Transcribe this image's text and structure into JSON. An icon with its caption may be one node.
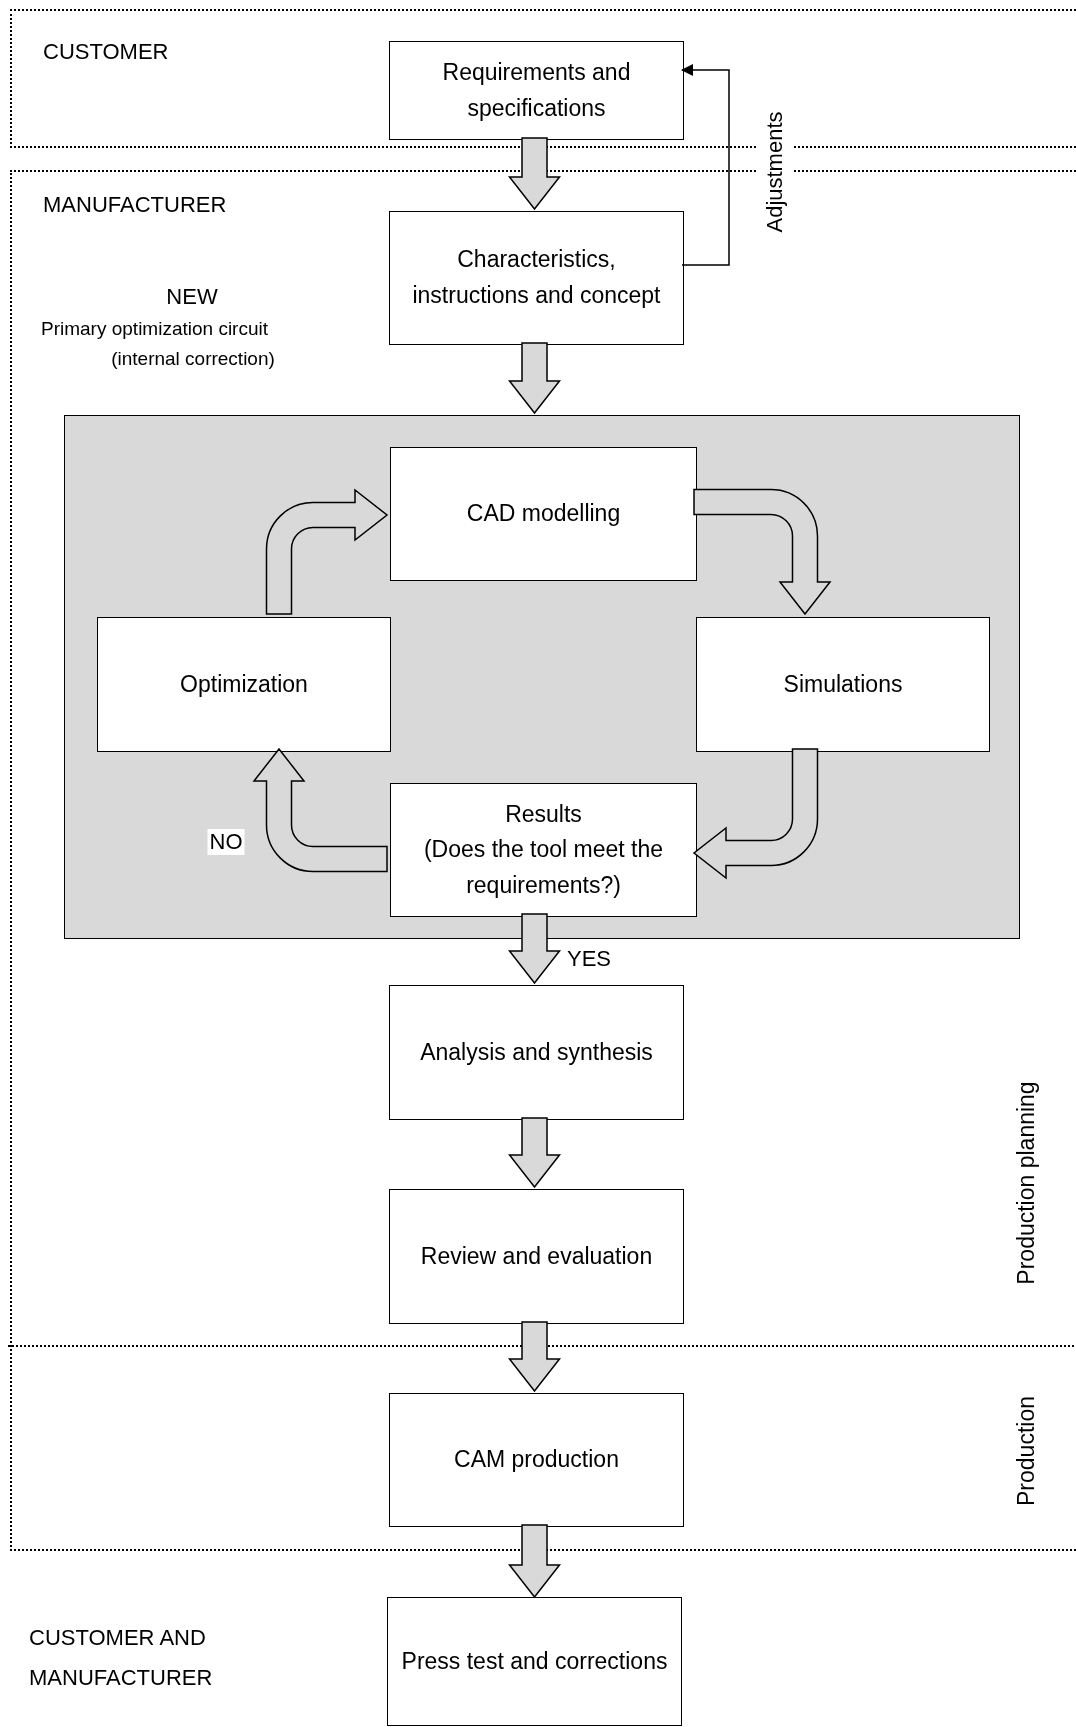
{
  "diagram": {
    "nodes": [
      {
        "text": [
          "CUSTOMER"
        ]
      },
      {
        "text": [
          "Requirements and specifications"
        ],
        "in": 0
      },
      {
        "text": [
          "MANUFACTURER"
        ]
      },
      {
        "text": [
          "Characteristics, instructions and concept"
        ],
        "in": 2
      },
      {
        "text": [],
        "shape": "box",
        "in": 2
      },
      {
        "text": [
          "CAD modelling"
        ],
        "in": 4
      },
      {
        "text": [
          "Optimization"
        ],
        "in": 4
      },
      {
        "text": [
          "Simulations"
        ],
        "in": 4
      },
      {
        "text": [
          "Results",
          "(Does the tool meet the requirements?)"
        ],
        "in": 4
      },
      {
        "text": [
          "Analysis and synthesis"
        ],
        "in": 2
      },
      {
        "text": [
          "Review and evaluation"
        ],
        "in": 2
      },
      {
        "text": [
          "CAM production"
        ],
        "in": 2
      },
      {
        "text": [
          "Press test and corrections"
        ]
      }
    ],
    "edges": [
      {
        "from": 1,
        "to": 3,
        "arrow": "to",
        "style": "thick"
      },
      {
        "from": 3,
        "to": 1,
        "arrow": "to",
        "label": "Adjustments"
      },
      {
        "from": 3,
        "to": 4,
        "arrow": "to",
        "style": "thick"
      },
      {
        "from": 6,
        "to": 5,
        "arrow": "to",
        "style": "thick"
      },
      {
        "from": 5,
        "to": 7,
        "arrow": "to",
        "style": "thick"
      },
      {
        "from": 7,
        "to": 8,
        "arrow": "to",
        "style": "thick"
      },
      {
        "from": 8,
        "to": 6,
        "arrow": "to",
        "style": "thick",
        "label": "NO"
      },
      {
        "from": 8,
        "to": 9,
        "arrow": "to",
        "style": "thick",
        "label": "YES"
      },
      {
        "from": 9,
        "to": 10,
        "arrow": "to",
        "style": "thick"
      },
      {
        "from": 10,
        "to": 11,
        "arrow": "to",
        "style": "thick"
      },
      {
        "from": 11,
        "to": 12,
        "arrow": "to",
        "style": "thick"
      }
    ],
    "labels": [
      "NEW",
      "Primary optimization circuit",
      "(internal correction)",
      "Production planning",
      "Production",
      "CUSTOMER AND MANUFACTURER"
    ]
  }
}
